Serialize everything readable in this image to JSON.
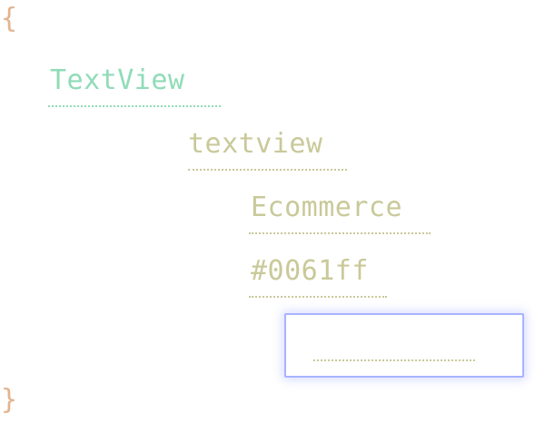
{
  "braces": {
    "open": "{",
    "close": "}"
  },
  "tokens": {
    "type": "TextView",
    "id": "textview",
    "text": "Ecommerce",
    "color": "#0061ff"
  },
  "edit_field": {
    "value": "",
    "placeholder": ""
  },
  "colors": {
    "brace": "#e2b48f",
    "type_token": "#8fdcb8",
    "value_token": "#c9c99a",
    "focus_border": "#a8b3ff"
  }
}
